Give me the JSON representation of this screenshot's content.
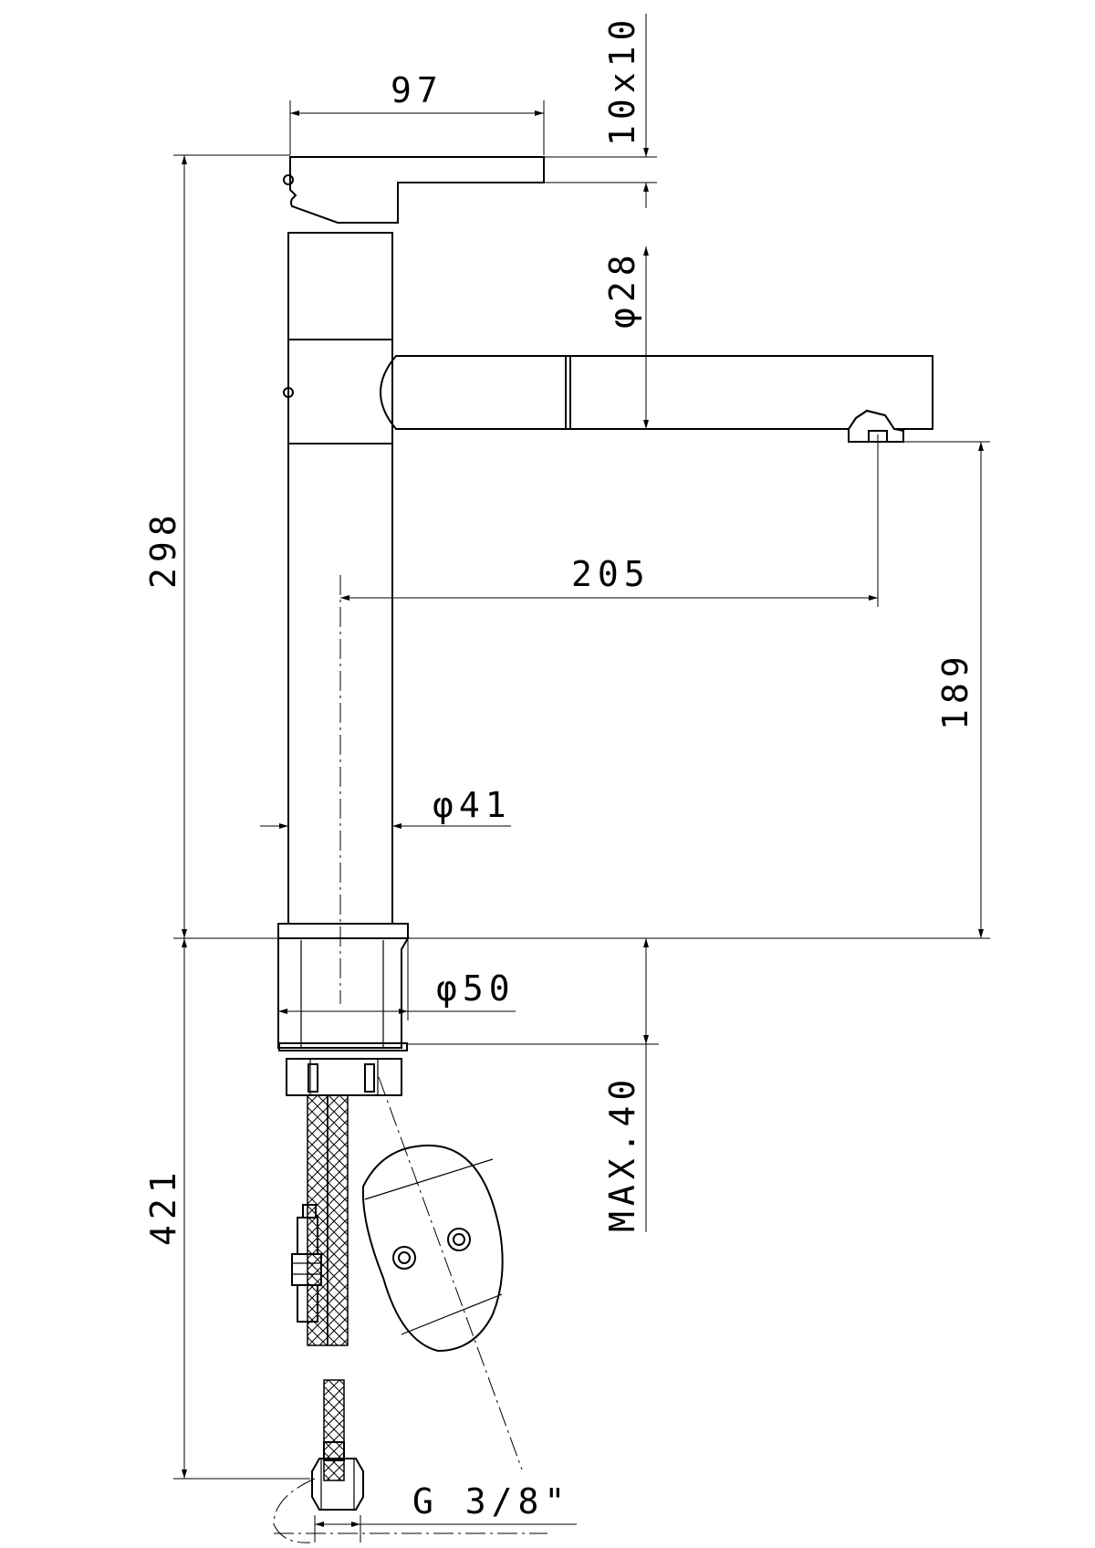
{
  "drawing": {
    "product": "single-lever sink mixer with swivel spout",
    "dimensions": {
      "lever_width": "97",
      "lever_thickness": "10x10",
      "spout_diameter": "φ28",
      "total_height": "298",
      "spout_reach": "205",
      "spout_height": "189",
      "body_diameter": "φ41",
      "base_diameter": "φ50",
      "max_deck_thickness": "MAX.40",
      "hose_length": "421",
      "connection_thread": "G 3/8\""
    }
  }
}
